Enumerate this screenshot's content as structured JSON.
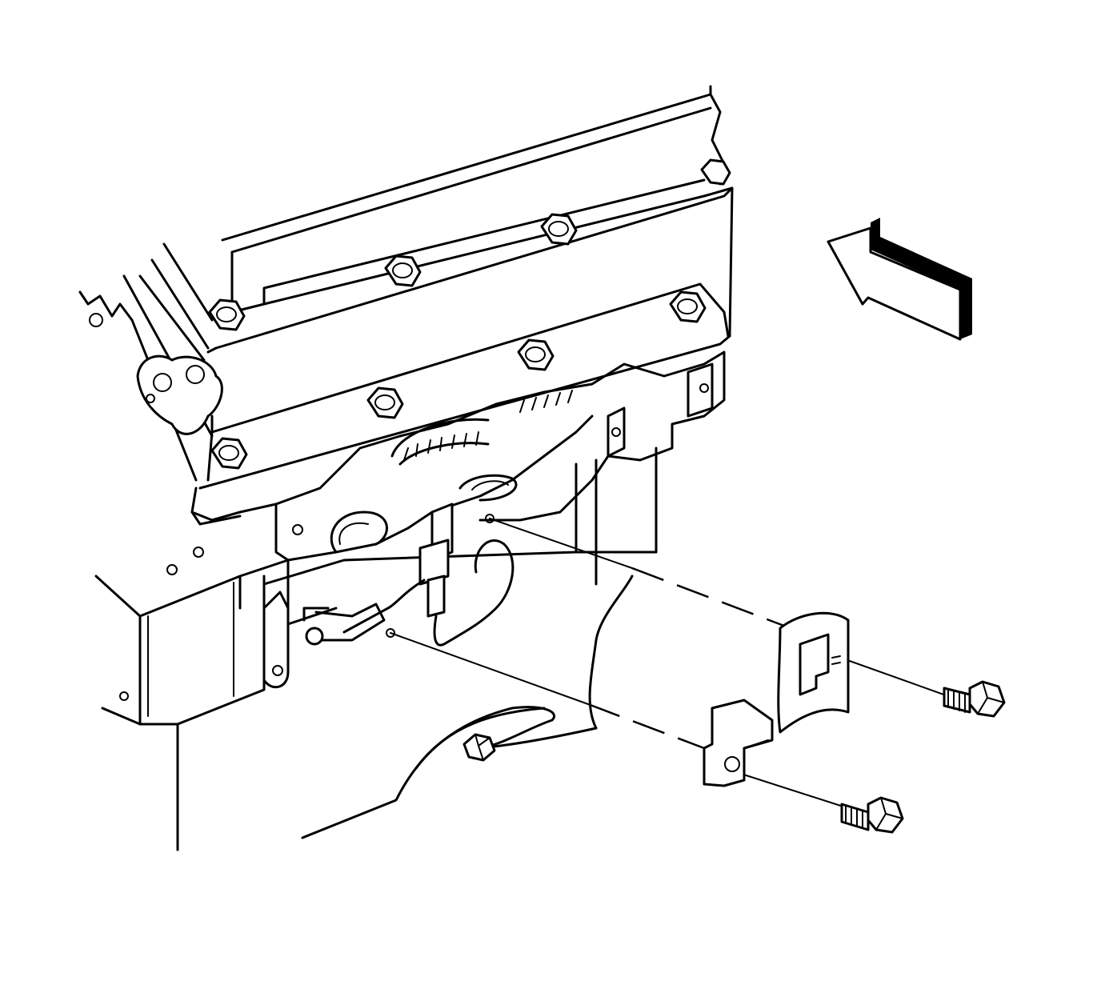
{
  "diagram": {
    "components": {
      "engine_block": "engine-block",
      "cylinder_head": "cylinder-head",
      "head_bolts": "head-bolt",
      "exhaust_manifold": "exhaust-manifold",
      "oxygen_sensor": "oxygen-sensor",
      "heat_shield": "heat-shield",
      "heat_shield_bolts": "bolt",
      "view_arrow": "direction-arrow"
    },
    "colors": {
      "line": "#000000",
      "background": "#ffffff"
    }
  }
}
